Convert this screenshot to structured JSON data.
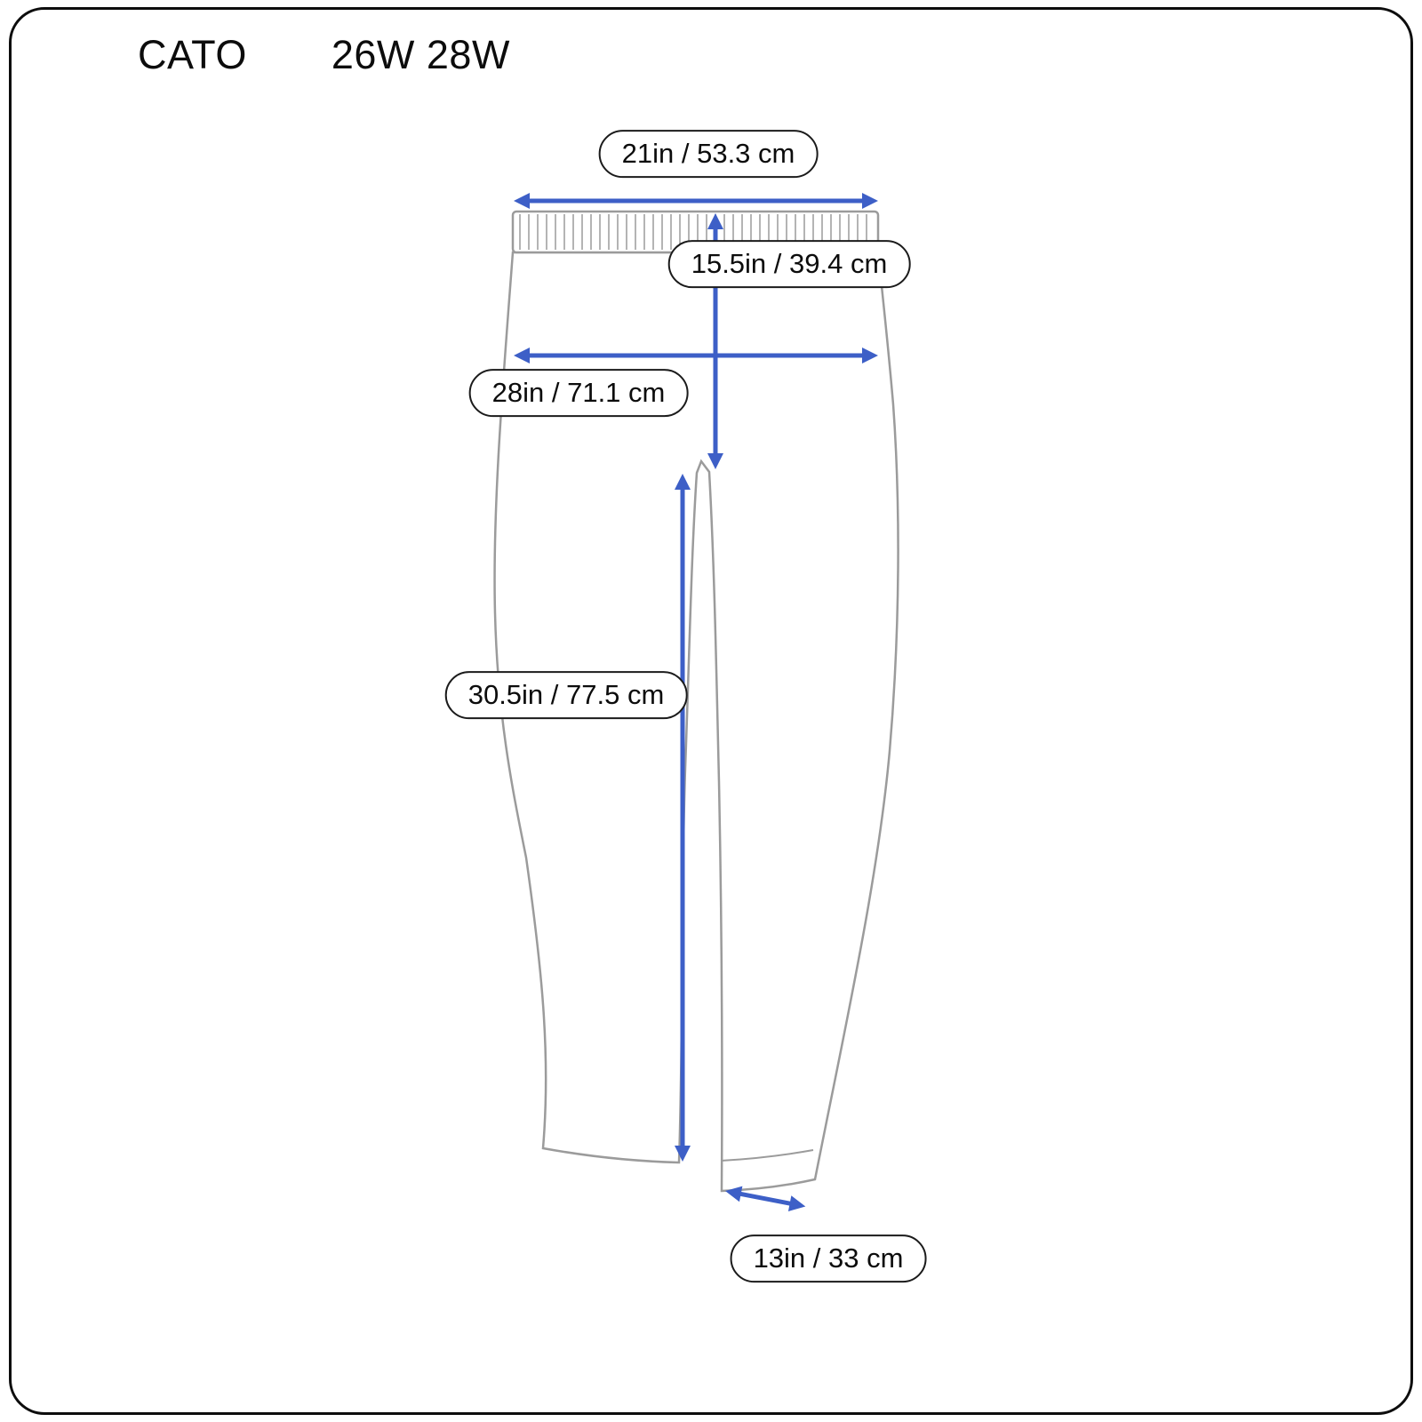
{
  "header": {
    "brand": "CATO",
    "size": "26W 28W"
  },
  "measurements": {
    "waist": "21in / 53.3 cm",
    "rise": "15.5in / 39.4 cm",
    "hip": "28in / 71.1 cm",
    "inseam": "30.5in / 77.5 cm",
    "leg_opening": "13in / 33 cm"
  },
  "colors": {
    "arrow": "#3d5fc7",
    "garment_outline": "#9b9b9b",
    "frame_border": "#0d0d0d"
  }
}
